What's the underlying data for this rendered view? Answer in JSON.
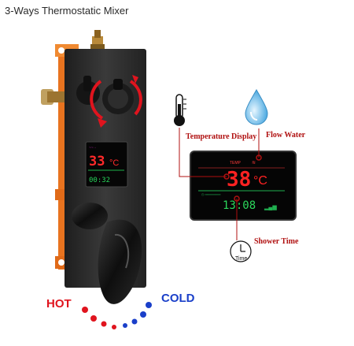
{
  "title": "3-Ways Thermostatic Mixer",
  "labels": {
    "temperature_display": "Temperature Display",
    "flow_water": "Flow Water",
    "shower_time": "Shower Time",
    "time_icon_text": "Time",
    "hot": "HOT",
    "cold": "COLD"
  },
  "small_display": {
    "temp": "33",
    "unit": "°C",
    "time": "00:32"
  },
  "large_display": {
    "temp_header": "TEMP",
    "temp": "38",
    "unit": "°C",
    "time": "13:08"
  },
  "colors": {
    "hot": "#e0141e",
    "cold": "#1a3fc9",
    "bracket": "#e8731f",
    "panel": "#2b2b2b",
    "label": "#b01010"
  }
}
